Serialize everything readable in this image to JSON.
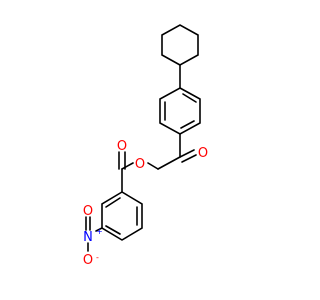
{
  "atoms": {
    "carbonyl_oxygen": "O",
    "ester_carbonyl_oxygen": "O",
    "ester_oxygen": "O",
    "nitro_nitrogen": "N",
    "nitro_n_charge": "+",
    "nitro_oxygen_double": "O",
    "nitro_oxygen_single": "O",
    "nitro_o_charge": "-"
  },
  "colors": {
    "bond": "#000000",
    "oxygen": "#ff0000",
    "nitrogen": "#0000ff"
  }
}
